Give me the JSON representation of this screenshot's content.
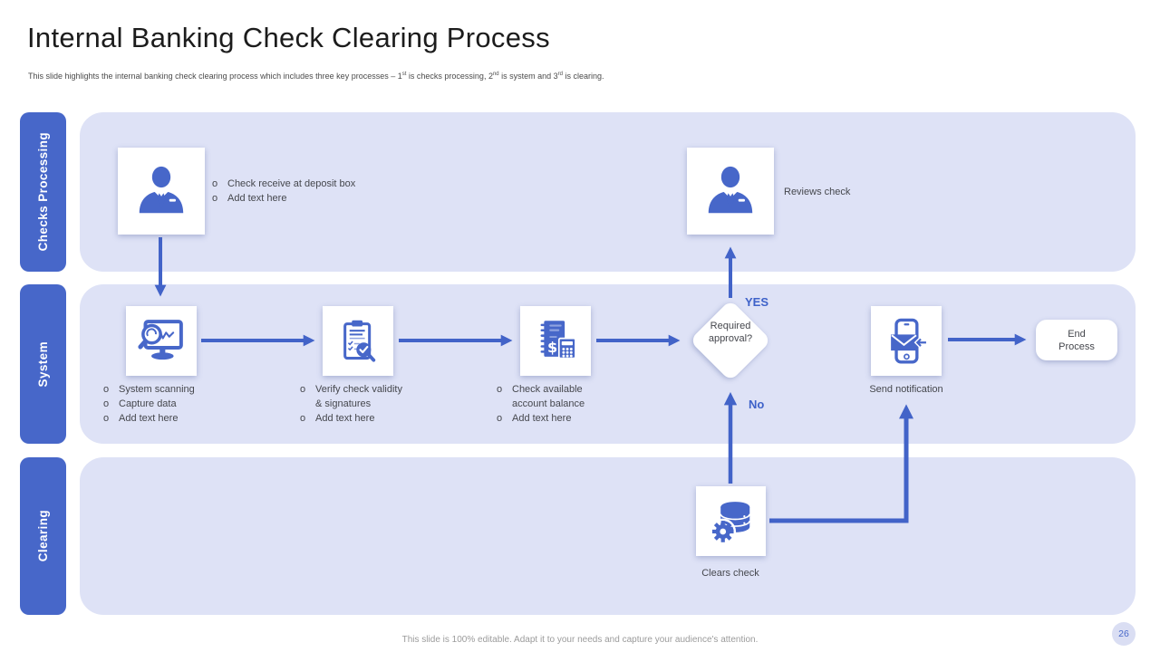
{
  "page": {
    "title": "Internal Banking Check Clearing Process",
    "subtitle_parts": [
      "This slide highlights the internal banking check clearing process which includes three key processes – 1",
      "st",
      " is checks processing, 2",
      "nd",
      " is system and 3",
      "rd",
      " is clearing."
    ],
    "footer": "This slide is 100% editable. Adapt it to your needs and capture your audience's attention.",
    "page_number": "26"
  },
  "colors": {
    "accent": "#4767C9",
    "panel": "#DEE2F6",
    "arrow": "#4263C8",
    "text": "#45474D"
  },
  "ui": {
    "bullet_marker": "o"
  },
  "lanes": [
    {
      "label": "Checks Processing"
    },
    {
      "label": "System"
    },
    {
      "label": "Clearing"
    }
  ],
  "icons": {
    "teller": "businessman-icon",
    "reviewer": "businessman-icon",
    "scan": "monitor-magnifier-icon",
    "verify": "clipboard-check-icon",
    "balance": "ledger-calculator-icon",
    "notify": "phone-mail-icon",
    "clears": "database-gear-icon"
  },
  "nodes": {
    "teller": {
      "bullets": [
        [
          "Check receive at deposit box"
        ],
        [
          "Add text here"
        ]
      ]
    },
    "reviewer": {
      "label": "Reviews check"
    },
    "scan": {
      "bullets": [
        [
          "System scanning"
        ],
        [
          "Capture data"
        ],
        [
          "Add text here"
        ]
      ]
    },
    "verify": {
      "bullets": [
        [
          "Verify check validity",
          "& signatures"
        ],
        [
          "Add text here"
        ]
      ]
    },
    "balance": {
      "bullets": [
        [
          "Check available",
          "account balance"
        ],
        [
          "Add text here"
        ]
      ]
    },
    "approval": {
      "label": "Required approval?",
      "yes_label": "YES",
      "no_label": "No"
    },
    "notify": {
      "label": "Send notification"
    },
    "end": {
      "label": "End Process"
    },
    "clears": {
      "label": "Clears check"
    }
  }
}
